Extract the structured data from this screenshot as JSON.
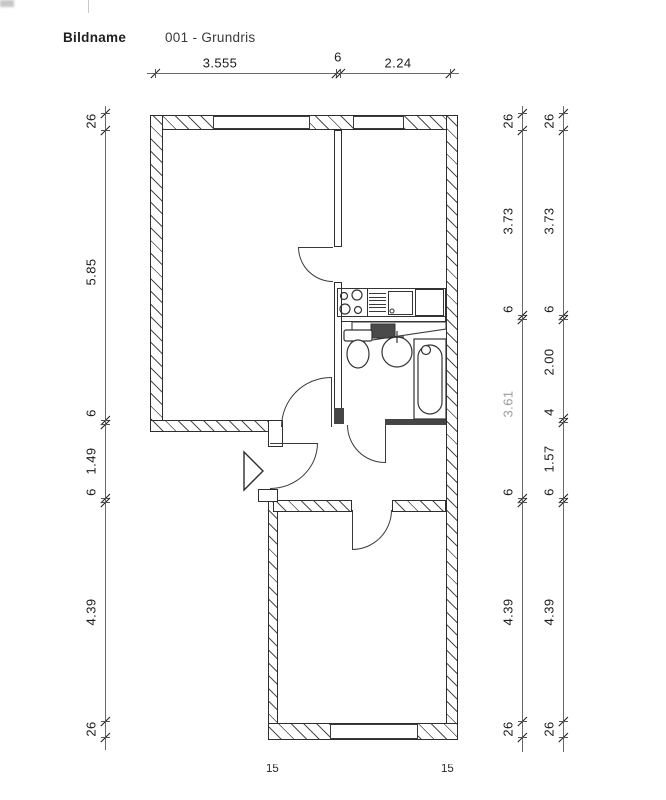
{
  "header": {
    "label": "Bildname",
    "title": "001 - Grundris"
  },
  "dimensions": {
    "top": [
      "3.555",
      "6",
      "2.24"
    ],
    "left": [
      "26",
      "5.85",
      "6",
      "1.49",
      "6",
      "4.39",
      "26"
    ],
    "right_inner": [
      "26",
      "3.73",
      "6",
      "3.61",
      "6",
      "4.39",
      "26"
    ],
    "right_outer": [
      "26",
      "3.73",
      "6",
      "2.00",
      "4",
      "1.57",
      "6",
      "4.39",
      "26"
    ],
    "bottom_partial": [
      "15",
      "15"
    ]
  },
  "colors": {
    "background": "#ffffff",
    "wall_line": "#2e2e2e",
    "dimension_text": "#1b1b1b",
    "faint_text": "#9b9b9b"
  }
}
